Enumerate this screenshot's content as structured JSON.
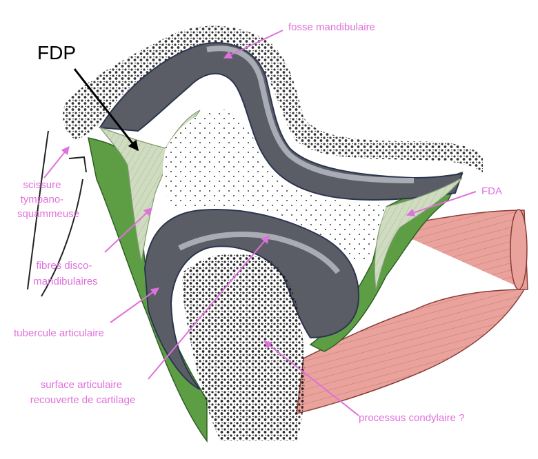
{
  "colors": {
    "label": "#e070dc",
    "pointer": "#e070dc",
    "bone": "#5a5d66",
    "cartilage": "#a9acb4",
    "ligament": "#5d9e45",
    "disc": "#cfdcc0",
    "muscle": "#e9a39c"
  },
  "labels": {
    "fdp": "FDP",
    "fosse": "fosse mandibulaire",
    "fda": "FDA",
    "scissure": [
      "scissure",
      "tympano-",
      "squammeuse"
    ],
    "fibres": [
      "fibres disco-",
      "mandibulaires"
    ],
    "tubercule": "tubercule articulaire",
    "surface": [
      "surface articulaire",
      "recouverte de cartilage"
    ],
    "processus": "processus condylaire ?"
  }
}
